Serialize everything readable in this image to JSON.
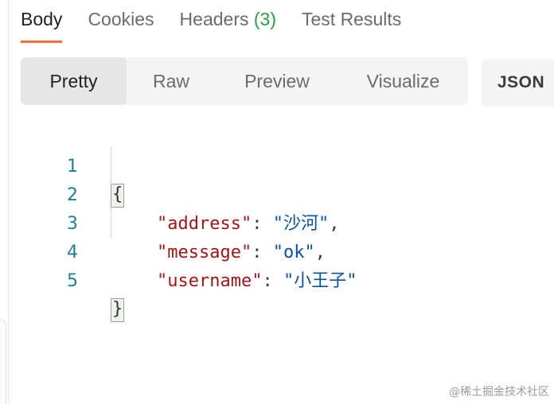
{
  "tabs": {
    "body": "Body",
    "cookies": "Cookies",
    "headers": "Headers",
    "headers_count": "(3)",
    "test_results": "Test Results"
  },
  "view_modes": {
    "pretty": "Pretty",
    "raw": "Raw",
    "preview": "Preview",
    "visualize": "Visualize"
  },
  "format": "JSON",
  "code": {
    "line_numbers": [
      "1",
      "2",
      "3",
      "4",
      "5"
    ],
    "open_brace": "{",
    "close_brace": "}",
    "entries": [
      {
        "key": "\"address\"",
        "value": "\"沙河\"",
        "sep": ","
      },
      {
        "key": "\"message\"",
        "value": "\"ok\"",
        "sep": ","
      },
      {
        "key": "\"username\"",
        "value": "\"小王子\"",
        "sep": ""
      }
    ],
    "colon": ": "
  },
  "watermark": "@稀土掘金技术社区",
  "colors": {
    "accent": "#ff6c37",
    "count_green": "#2a9d4b",
    "json_key": "#a31515",
    "json_string": "#0451a5",
    "line_number": "#1c7f9a"
  }
}
